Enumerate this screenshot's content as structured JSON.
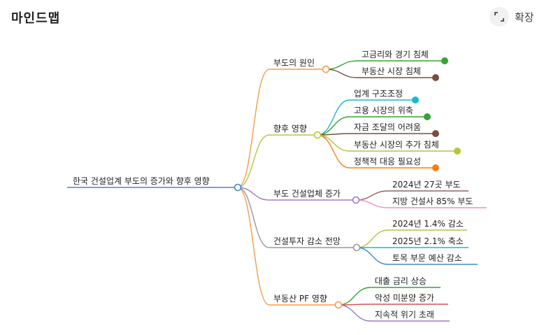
{
  "header": {
    "title": "마인드맵",
    "expand_label": "확장"
  },
  "root": {
    "label": "한국 건설업계 부도의 증가와 향후 영향",
    "color": "#4a86c5"
  },
  "branches": [
    {
      "label": "부도의 원인",
      "color": "#f39c4a",
      "children": [
        {
          "label": "고금리와 경기 침체",
          "color": "#35a335",
          "dot": true
        },
        {
          "label": "부동산 시장 침체",
          "color": "#7a4e3f",
          "dot": true
        }
      ]
    },
    {
      "label": "향후 영향",
      "color": "#b8c43a",
      "children": [
        {
          "label": "업계 구조조정",
          "color": "#19b8cf",
          "dot": true
        },
        {
          "label": "고용 시장의 위축",
          "color": "#35a335",
          "dot": true
        },
        {
          "label": "자금 조달의 어려움",
          "color": "#7a4e3f",
          "dot": true
        },
        {
          "label": "부동산 시장의 추가 침체",
          "color": "#b8c43a",
          "dot": true
        },
        {
          "label": "정책적 대응 필요성",
          "color": "#f77d1a",
          "dot": true
        }
      ]
    },
    {
      "label": "부도 건설업체 증가",
      "color": "#9b7bc6",
      "children": [
        {
          "label": "2024년 27곳 부도",
          "color": "#8b6a5e",
          "dot": false
        },
        {
          "label": "지방 건설사 85% 부도",
          "color": "#f08ec4",
          "dot": false
        }
      ]
    },
    {
      "label": "건설투자 감소 전망",
      "color": "#999999",
      "children": [
        {
          "label": "2024년 1.4% 감소",
          "color": "#b8c43a",
          "dot": false
        },
        {
          "label": "2025년 2.1% 축소",
          "color": "#19b8cf",
          "dot": false
        },
        {
          "label": "토목 부문 예산 감소",
          "color": "#4a86c5",
          "dot": false
        }
      ]
    },
    {
      "label": "부동산 PF 영향",
      "color": "#f39c4a",
      "children": [
        {
          "label": "대출 금리 상승",
          "color": "#35a335",
          "dot": false
        },
        {
          "label": "악성 미분양 증가",
          "color": "#d9534f",
          "dot": false
        },
        {
          "label": "지속적 위기 초래",
          "color": "#9b7bc6",
          "dot": false
        }
      ]
    }
  ]
}
